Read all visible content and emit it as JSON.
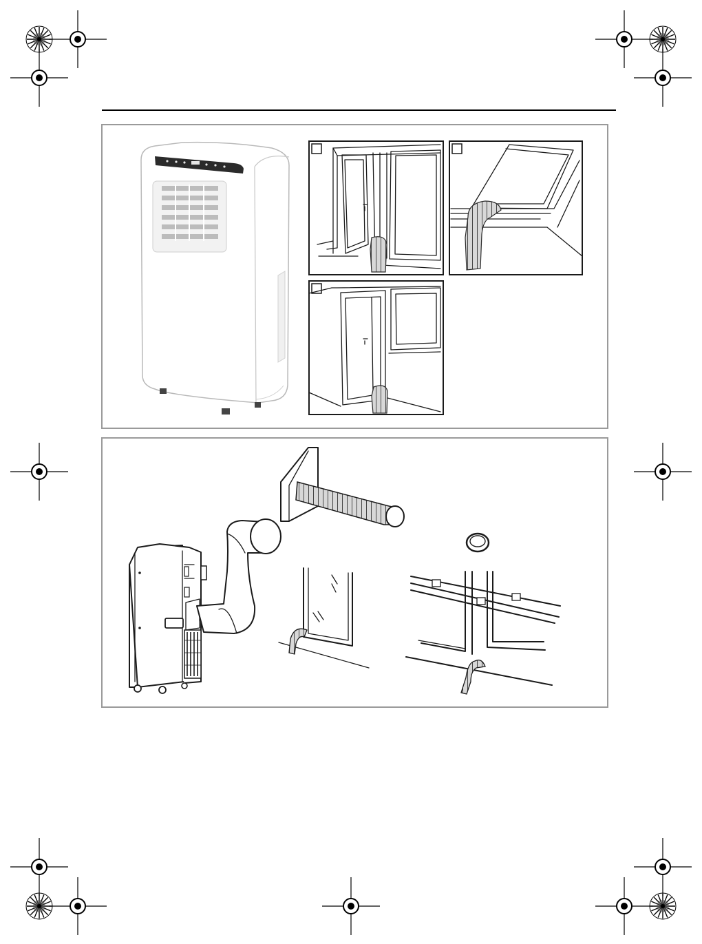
{
  "page": {
    "header_rule": true,
    "panels": [
      {
        "id": "top",
        "content": [
          "portable-air-conditioner",
          "installation-photo-a",
          "installation-photo-b",
          "installation-photo-c"
        ]
      },
      {
        "id": "bottom",
        "content": [
          "unit-with-exhaust-hose",
          "wall-duct",
          "window-opening",
          "hose-adapter-ring",
          "sliding-window"
        ]
      }
    ],
    "colors": {
      "frame": "#9a9a9a",
      "line": "#1a1a1a",
      "rule": "#000000"
    },
    "icons": [
      "registration-mark-icon",
      "color-wheel-icon"
    ]
  }
}
